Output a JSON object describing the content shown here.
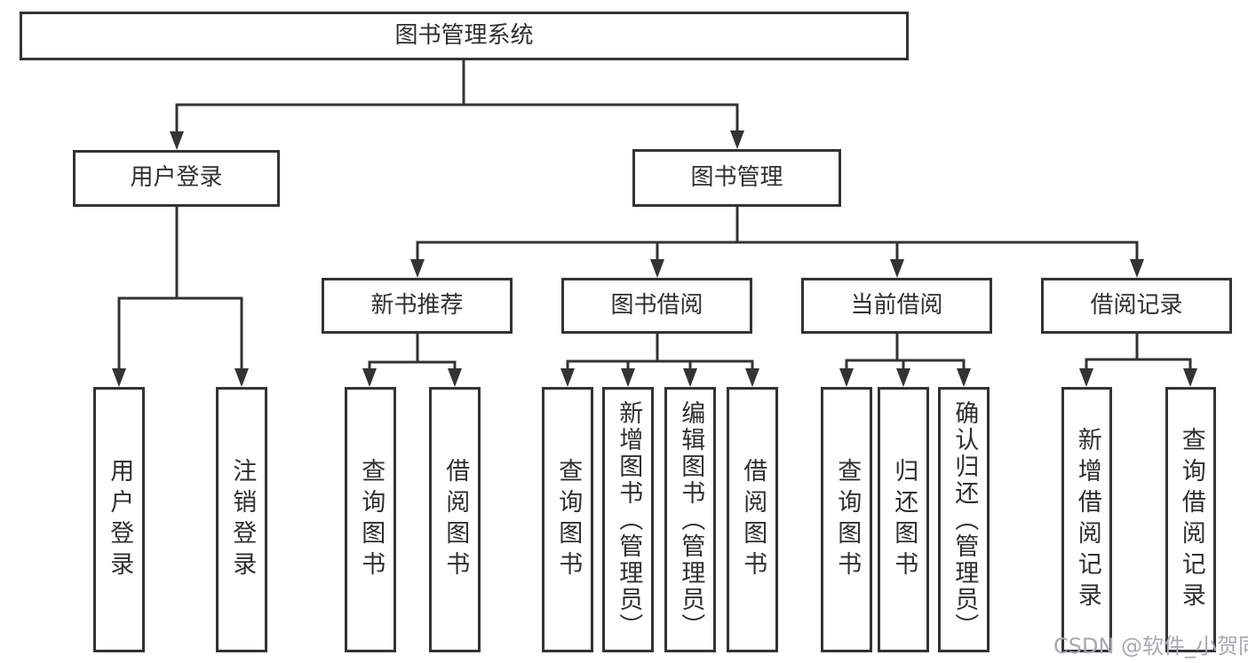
{
  "watermark": "CSDN @软件_小贺同学",
  "colors": {
    "line": "#333333",
    "box_border": "#333333",
    "text": "#2f2f2f",
    "background": "#ffffff",
    "watermark": "#a8a8b0"
  },
  "tree": {
    "root": {
      "label": "图书管理系统",
      "children": [
        {
          "label": "用户登录",
          "children": [
            {
              "label": "用户登录"
            },
            {
              "label": "注销登录"
            }
          ]
        },
        {
          "label": "图书管理",
          "children": [
            {
              "label": "新书推荐",
              "children": [
                {
                  "label": "查询图书"
                },
                {
                  "label": "借阅图书"
                }
              ]
            },
            {
              "label": "图书借阅",
              "children": [
                {
                  "label": "查询图书"
                },
                {
                  "label": "新增图书（管理员）"
                },
                {
                  "label": "编辑图书（管理员）"
                },
                {
                  "label": "借阅图书"
                }
              ]
            },
            {
              "label": "当前借阅",
              "children": [
                {
                  "label": "查询图书"
                },
                {
                  "label": "归还图书"
                },
                {
                  "label": "确认归还（管理员）"
                }
              ]
            },
            {
              "label": "借阅记录",
              "children": [
                {
                  "label": "新增借阅记录"
                },
                {
                  "label": "查询借阅记录"
                }
              ]
            }
          ]
        }
      ]
    }
  }
}
